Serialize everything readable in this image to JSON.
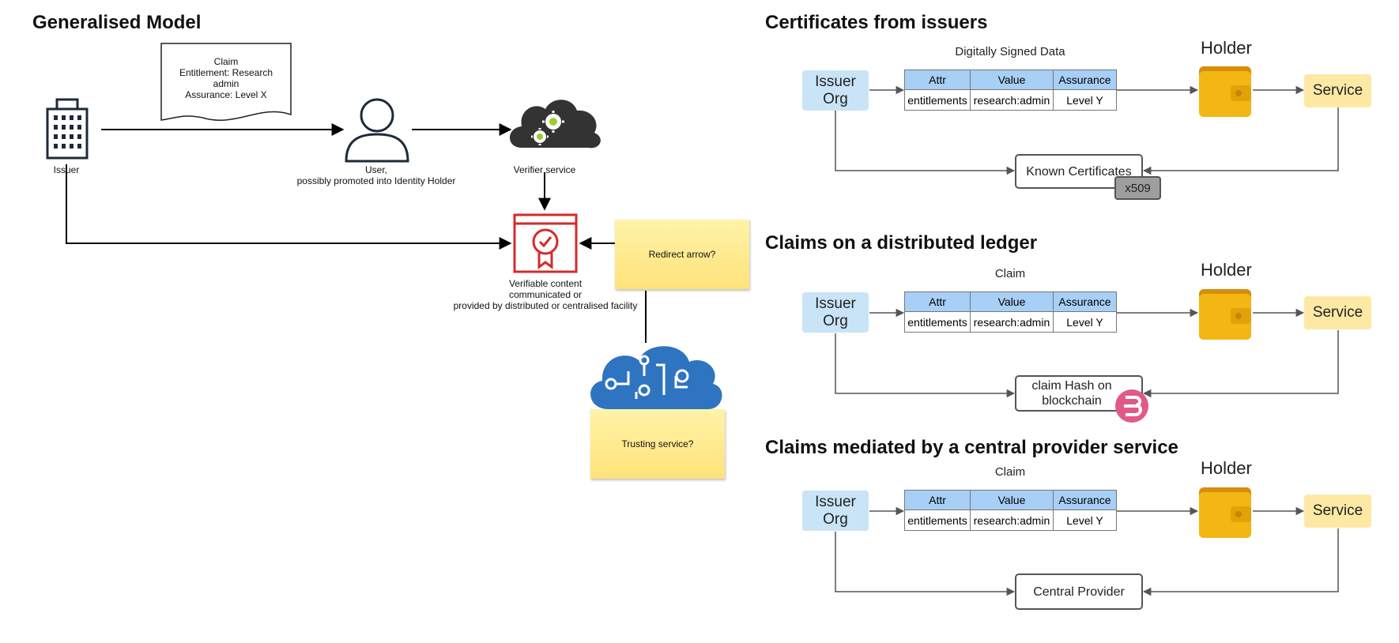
{
  "left": {
    "title": "Generalised Model",
    "claim_doc": {
      "line1": "Claim",
      "line2": "Entitlement: Research",
      "line3": "admin",
      "line4": "Assurance: Level X"
    },
    "issuer_label": "Issuer",
    "user_label_1": "User,",
    "user_label_2": "possibly promoted into Identity Holder",
    "verifier_label": "Verifier service",
    "verifiable_1": "Verifiable content",
    "verifiable_2": "communicated or",
    "verifiable_3": "provided by  distributed or centralised facility",
    "note_redirect": "Redirect arrow?",
    "note_trusting": "Trusting service?"
  },
  "table_headers": [
    "Attr",
    "Value",
    "Assurance"
  ],
  "sections": [
    {
      "title": "Certificates from issuers",
      "caption": "Digitally Signed Data",
      "issuer_1": "Issuer",
      "issuer_2": "Org",
      "row": [
        "entitlements",
        "research:admin",
        "Level Y"
      ],
      "holder": "Holder",
      "service": "Service",
      "store_1": "Known Certificates",
      "store_2": "",
      "tag": "x509"
    },
    {
      "title": "Claims on a distributed ledger",
      "caption": "Claim",
      "issuer_1": "Issuer",
      "issuer_2": "Org",
      "row": [
        "entitlements",
        "research:admin",
        "Level Y"
      ],
      "holder": "Holder",
      "service": "Service",
      "store_1": "claim Hash on",
      "store_2": "blockchain"
    },
    {
      "title": "Claims mediated by a central provider service",
      "caption": "Claim",
      "issuer_1": "Issuer",
      "issuer_2": "Org",
      "row": [
        "entitlements",
        "research:admin",
        "Level Y"
      ],
      "holder": "Holder",
      "service": "Service",
      "store_1": "Central Provider",
      "store_2": ""
    }
  ],
  "icons": {
    "issuer": "office-building-icon",
    "user": "user-icon",
    "verifier": "cloud-gears-icon",
    "verifiable": "certificate-icon",
    "trust": "ai-cloud-brain-icon",
    "wallet": "wallet-icon",
    "blockchain": "bytecoin-icon"
  },
  "colors": {
    "issuer_fill": "#c9e4f7",
    "service_fill": "#fde9a4",
    "table_header": "#a8cff5",
    "wallet": "#f2b712",
    "certificate": "#d42b2b",
    "trust_cloud": "#2f74c0",
    "blockchain": "#e05a86"
  }
}
